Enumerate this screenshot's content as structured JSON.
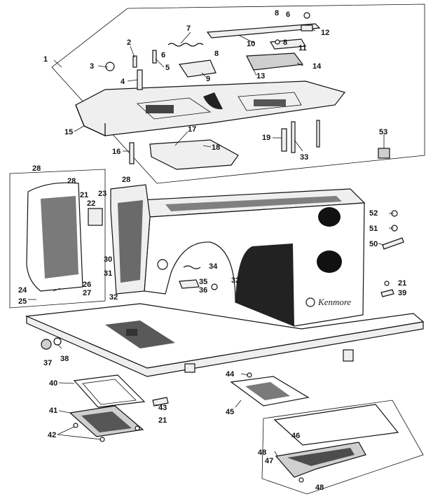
{
  "diagram": {
    "brand_text": "Kenmore",
    "callouts": [
      {
        "id": "c1",
        "text": "1"
      },
      {
        "id": "c2",
        "text": "2"
      },
      {
        "id": "c3",
        "text": "3"
      },
      {
        "id": "c4",
        "text": "4"
      },
      {
        "id": "c5",
        "text": "5"
      },
      {
        "id": "c6a",
        "text": "6"
      },
      {
        "id": "c6b",
        "text": "6"
      },
      {
        "id": "c7",
        "text": "7"
      },
      {
        "id": "c8a",
        "text": "8"
      },
      {
        "id": "c8b",
        "text": "8"
      },
      {
        "id": "c8c",
        "text": "8"
      },
      {
        "id": "c9",
        "text": "9"
      },
      {
        "id": "c10",
        "text": "10"
      },
      {
        "id": "c11",
        "text": "11"
      },
      {
        "id": "c12",
        "text": "12"
      },
      {
        "id": "c13",
        "text": "13"
      },
      {
        "id": "c14",
        "text": "14"
      },
      {
        "id": "c15",
        "text": "15"
      },
      {
        "id": "c16",
        "text": "16"
      },
      {
        "id": "c17",
        "text": "17"
      },
      {
        "id": "c18",
        "text": "18"
      },
      {
        "id": "c19",
        "text": "19"
      },
      {
        "id": "c33",
        "text": "33"
      },
      {
        "id": "c53",
        "text": "53"
      },
      {
        "id": "c28a",
        "text": "28"
      },
      {
        "id": "c28b",
        "text": "28"
      },
      {
        "id": "c28c",
        "text": "28"
      },
      {
        "id": "c21a",
        "text": "21"
      },
      {
        "id": "c22",
        "text": "22"
      },
      {
        "id": "c23",
        "text": "23"
      },
      {
        "id": "c30",
        "text": "30"
      },
      {
        "id": "c31",
        "text": "31"
      },
      {
        "id": "c24",
        "text": "24"
      },
      {
        "id": "c25",
        "text": "25"
      },
      {
        "id": "c26",
        "text": "26"
      },
      {
        "id": "c27",
        "text": "27"
      },
      {
        "id": "c32a",
        "text": "32"
      },
      {
        "id": "c32b",
        "text": "32"
      },
      {
        "id": "c34",
        "text": "34"
      },
      {
        "id": "c35",
        "text": "35"
      },
      {
        "id": "c36",
        "text": "36"
      },
      {
        "id": "c52",
        "text": "52"
      },
      {
        "id": "c51",
        "text": "51"
      },
      {
        "id": "c50",
        "text": "50"
      },
      {
        "id": "c21b",
        "text": "21"
      },
      {
        "id": "c39",
        "text": "39"
      },
      {
        "id": "c37",
        "text": "37"
      },
      {
        "id": "c38",
        "text": "38"
      },
      {
        "id": "c44",
        "text": "44"
      },
      {
        "id": "c45",
        "text": "45"
      },
      {
        "id": "c40",
        "text": "40"
      },
      {
        "id": "c41",
        "text": "41"
      },
      {
        "id": "c42",
        "text": "42"
      },
      {
        "id": "c43",
        "text": "43"
      },
      {
        "id": "c21c",
        "text": "21"
      },
      {
        "id": "c46",
        "text": "46"
      },
      {
        "id": "c47",
        "text": "47"
      },
      {
        "id": "c48a",
        "text": "48"
      },
      {
        "id": "c48b",
        "text": "48"
      }
    ]
  }
}
